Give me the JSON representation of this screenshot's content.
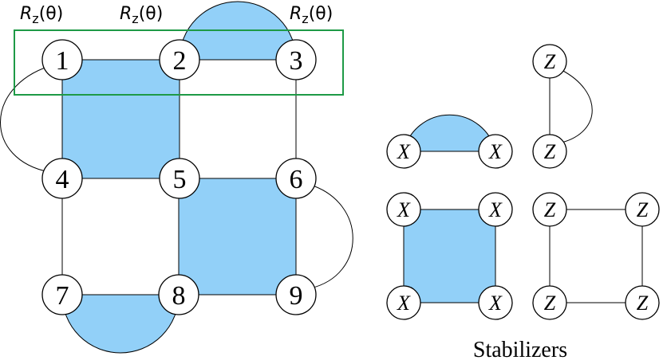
{
  "colors": {
    "plaquette": "#92d0f8",
    "box": "#1e9a46",
    "line": "#000000"
  },
  "gate_labels": [
    "R",
    "R",
    "R"
  ],
  "gate_text": {
    "symbol": "R",
    "sub": "z",
    "arg": "(θ)"
  },
  "qubits": [
    "1",
    "2",
    "3",
    "4",
    "5",
    "6",
    "7",
    "8",
    "9"
  ],
  "stabilizers": {
    "title": "Stabilizers",
    "x_half": [
      "X",
      "X"
    ],
    "z_pair": [
      "Z",
      "Z"
    ],
    "x_square": [
      "X",
      "X",
      "X",
      "X"
    ],
    "z_square": [
      "Z",
      "Z",
      "Z",
      "Z"
    ]
  }
}
